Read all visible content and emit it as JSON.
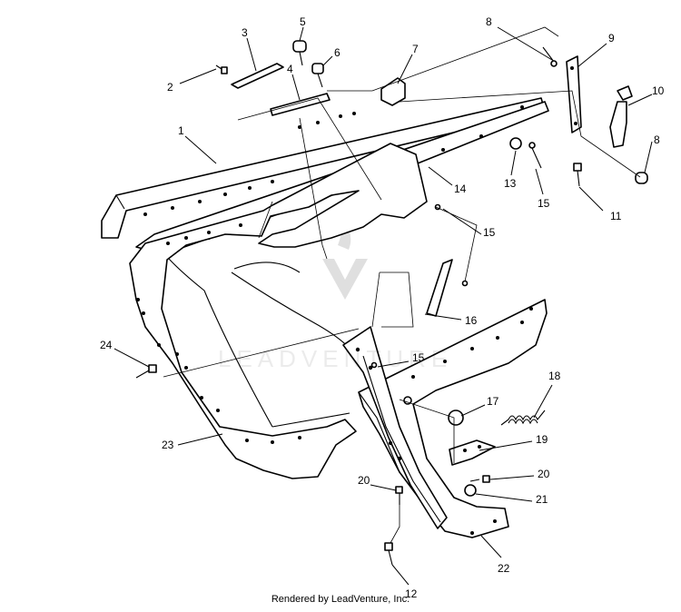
{
  "diagram": {
    "callouts": [
      "1",
      "2",
      "3",
      "4",
      "5",
      "6",
      "7",
      "8",
      "9",
      "10",
      "8",
      "11",
      "13",
      "14",
      "15",
      "15",
      "16",
      "24",
      "15",
      "18",
      "17",
      "19",
      "23",
      "20",
      "20",
      "21",
      "22",
      "12"
    ]
  },
  "footer": {
    "credit": "Rendered by LeadVenture, Inc."
  },
  "watermark": {
    "text": "LEADVENTURE"
  },
  "colors": {
    "ink": "#000000",
    "paper": "#ffffff"
  }
}
